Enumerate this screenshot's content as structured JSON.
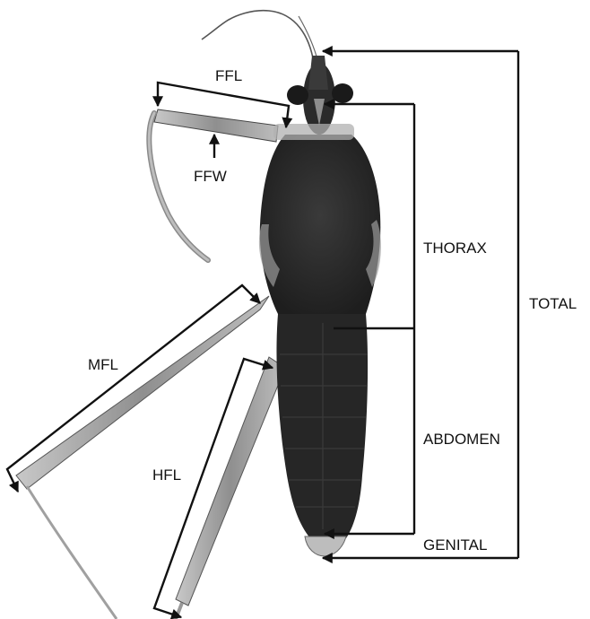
{
  "labels": {
    "ffl": "FFL",
    "ffw": "FFW",
    "mfl": "MFL",
    "hfl": "HFL",
    "thorax": "THORAX",
    "abdomen": "ABDOMEN",
    "genital": "GENITAL",
    "total": "TOTAL"
  },
  "colors": {
    "background": "#ffffff",
    "ink": "#111111",
    "body_dark": "#2a2a2a",
    "body_mid": "#555555",
    "leg": "#9a9a9a"
  }
}
